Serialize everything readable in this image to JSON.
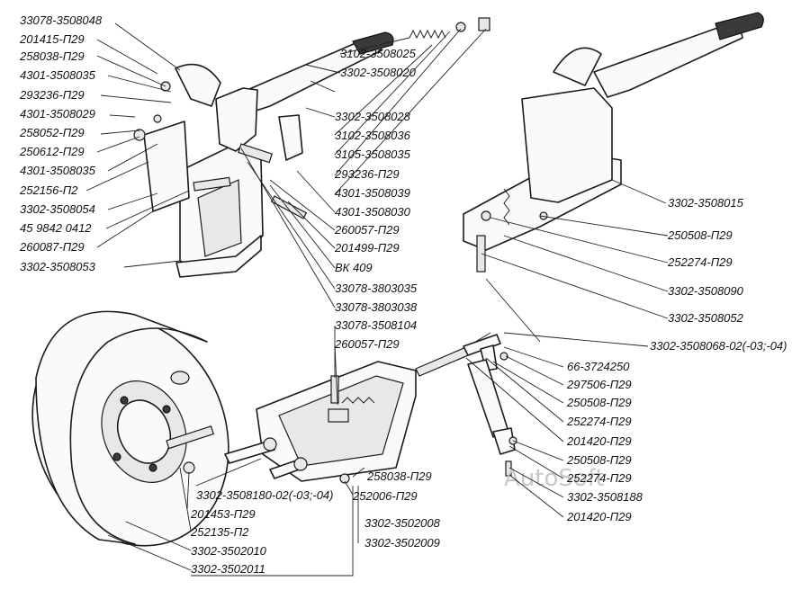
{
  "labels_left_top": [
    "33078-3508048",
    "201415-П29",
    "258038-П29",
    "4301-3508035",
    "293236-П29",
    "4301-3508029",
    "258052-П29",
    "250612-П29",
    "4301-3508035",
    "252156-П2",
    "3302-3508054",
    "45 9842 0412",
    "260087-П29",
    "3302-3508053"
  ],
  "labels_mid": [
    "3102-3508025",
    "3302-3508020",
    "3302-3508028",
    "3102-3508036",
    "3105-3508035",
    "293236-П29",
    "4301-3508039",
    "4301-3508030",
    "260057-П29",
    "201499-П29",
    "ВК 409",
    "33078-3803035",
    "33078-3803038"
  ],
  "labels_right_top": [
    "3302-3508015",
    "250508-П29",
    "252274-П29",
    "3302-3508090",
    "3302-3508052",
    "3302-3508068-02(-03;-04)"
  ],
  "labels_center": [
    "33078-3508104",
    "260057-П29"
  ],
  "labels_right_bottom": [
    "66-3724250",
    "297506-П29",
    "250508-П29",
    "252274-П29",
    "201420-П29",
    "250508-П29",
    "252274-П29",
    "3302-3508188",
    "201420-П29"
  ],
  "labels_bottom": [
    "3302-3508180-02(-03;-04)",
    "201453-П29",
    "252135-П2",
    "3302-3502010",
    "3302-3502011",
    "258038-П29",
    "252006-П29",
    "3302-3502008",
    "3302-3502009"
  ],
  "watermark": "AutoSoft"
}
